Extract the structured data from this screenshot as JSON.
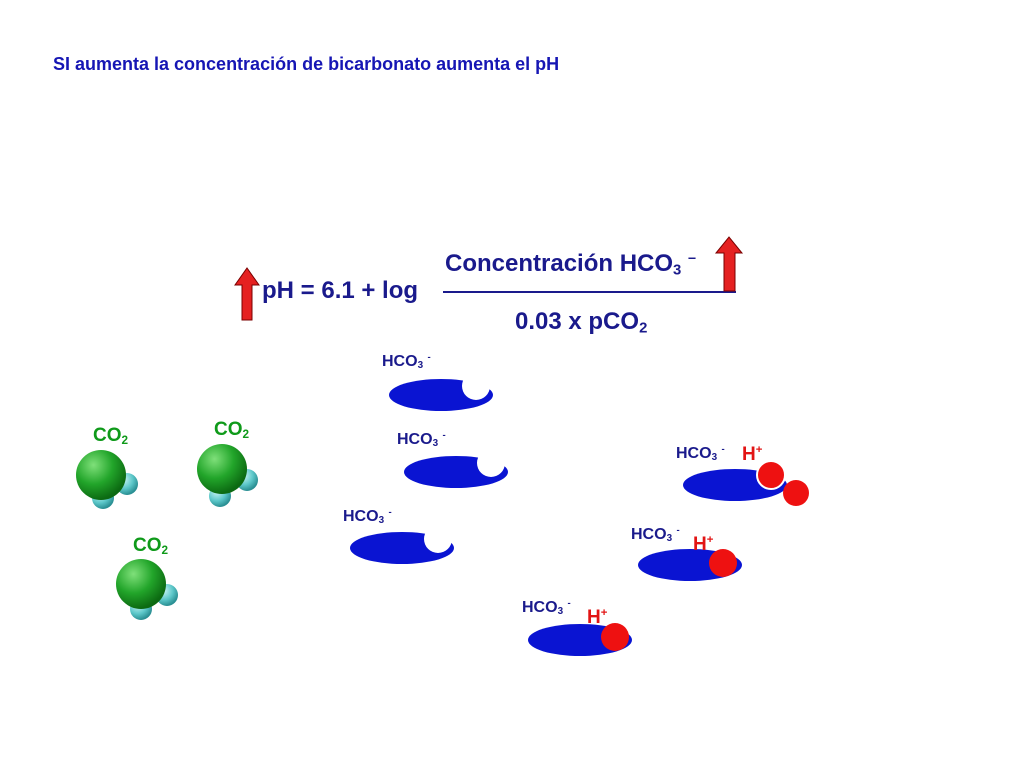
{
  "title": "SI aumenta la concentración de bicarbonato aumenta el pH",
  "equation": {
    "lhs": "pH = 6.1 + log",
    "numerator_text": "Concentración HCO",
    "numerator_sub": "3",
    "numerator_sup": "–",
    "denominator_text": "0.03 x pCO",
    "denominator_sub": "2"
  },
  "co2_label": {
    "text": "CO",
    "sub": "2"
  },
  "hco3_label": {
    "text": "HCO",
    "sub": "3",
    "sup": "-"
  },
  "h_label": {
    "text": "H",
    "sup": "+"
  },
  "colors": {
    "title": "#1616b4",
    "equation": "#1a1a8c",
    "arrow_up": "#e52121",
    "bicarbonate": "#0a14d2",
    "proton": "#ee1111",
    "co2_carbon": "#22a52a",
    "co2_oxygen": "#5cc7c9"
  }
}
